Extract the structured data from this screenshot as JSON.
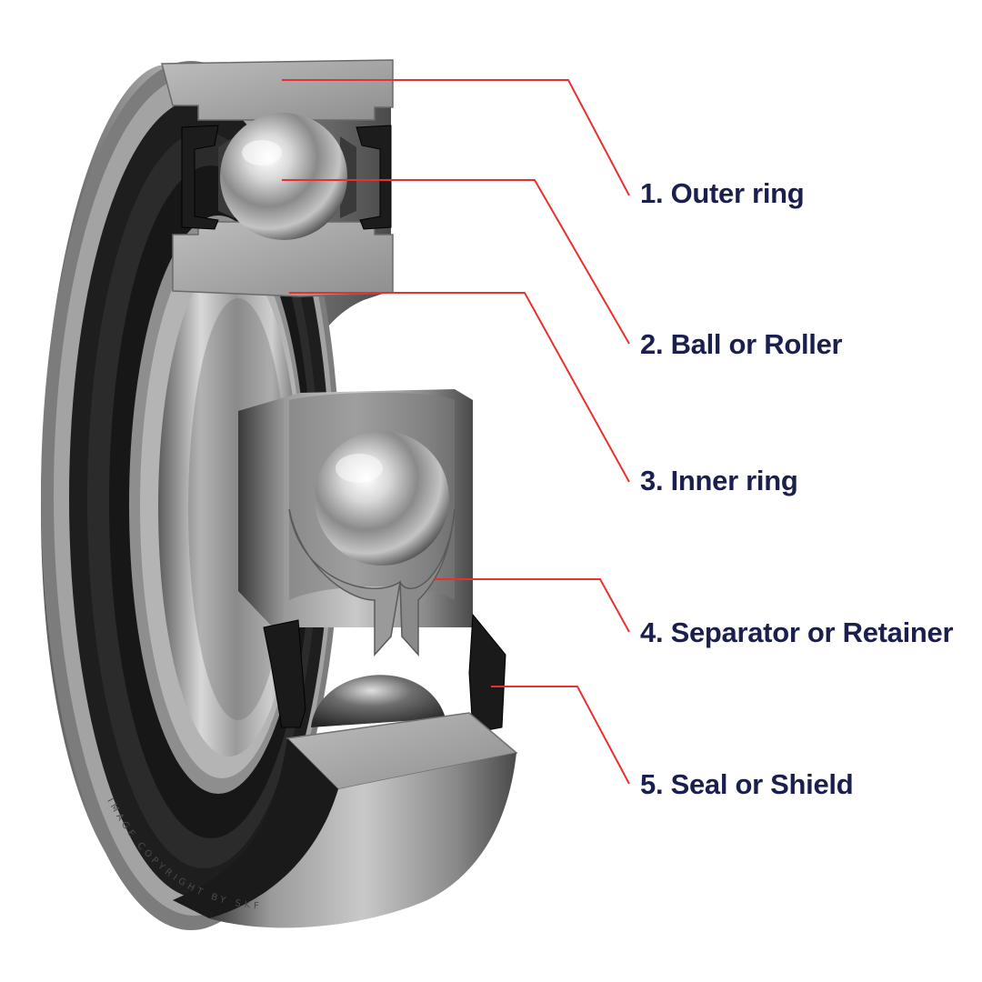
{
  "labels": [
    "1. Outer ring",
    "2. Ball or Roller",
    "3. Inner ring",
    "4. Separator or Retainer",
    "5. Seal or Shield"
  ],
  "copyright": "IMAGE COPYRIGHT BY SKF",
  "colors": {
    "label_text": "#1a1f4d",
    "leader_line": "#e8312f",
    "steel": "#8c8c8c",
    "seal": "#1e1e1e",
    "background": "#ffffff"
  }
}
